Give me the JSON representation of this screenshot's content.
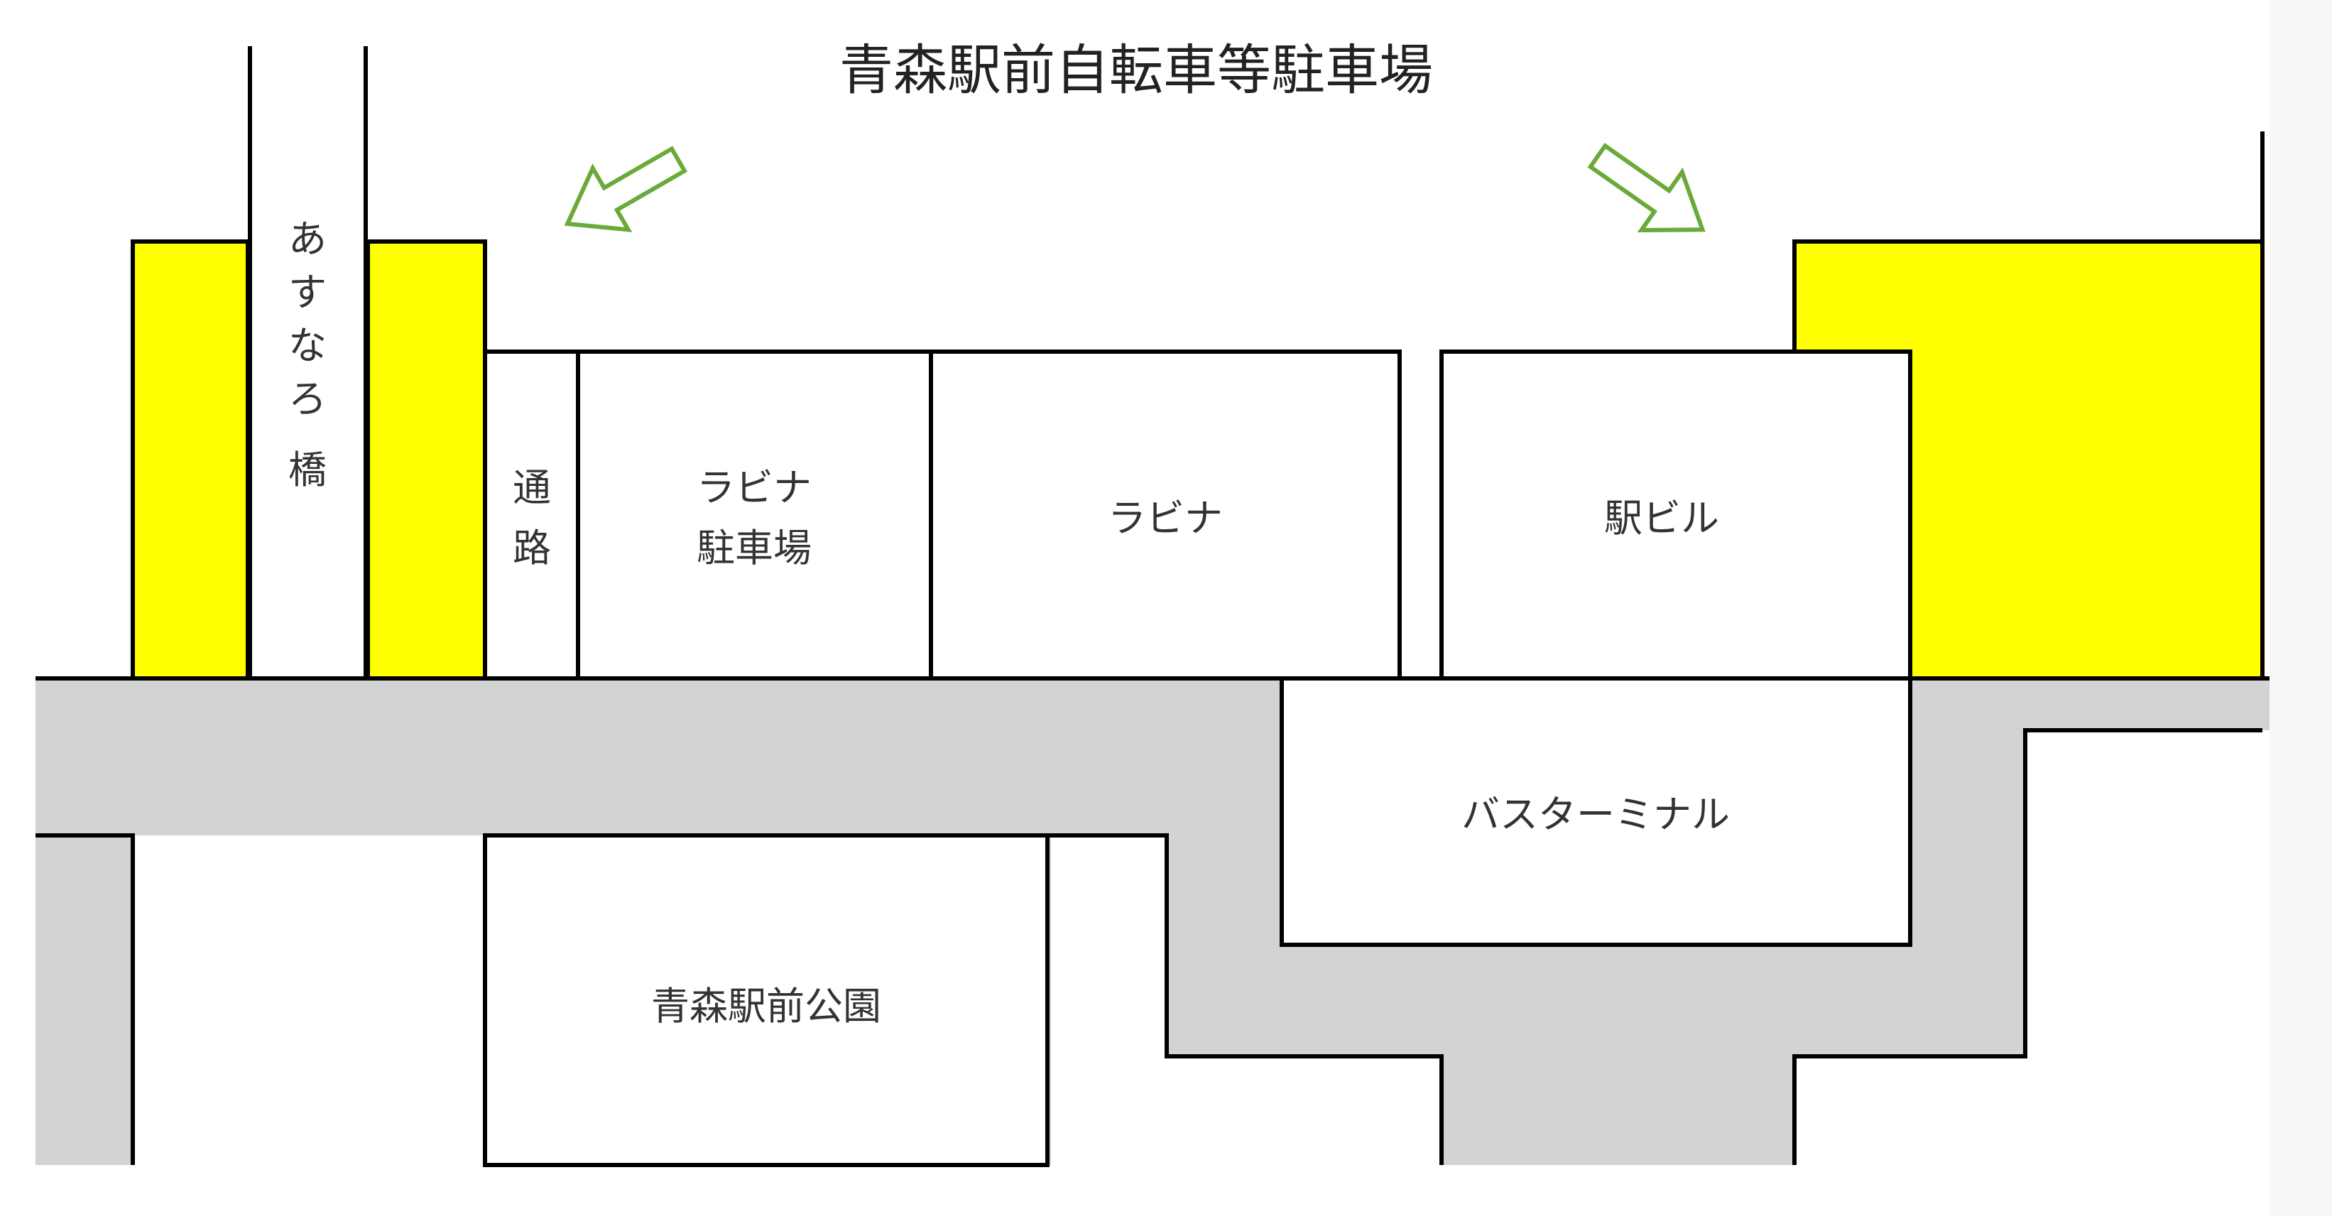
{
  "map": {
    "title": "青森駅前自転車等駐車場",
    "labels": {
      "asunaro_bridge": [
        "あ",
        "す",
        "な",
        "ろ",
        "橋"
      ],
      "passage": [
        "通",
        "路"
      ],
      "lavina_parking": [
        "ラビナ",
        "駐車場"
      ],
      "lavina": "ラビナ",
      "station_building": "駅ビル",
      "bus_terminal": "バスターミナル",
      "station_park": "青森駅前公園"
    }
  },
  "colors": {
    "bicycle_parking": "#ffff00",
    "road": "#d3d3d3",
    "arrow": "#6aaa3a",
    "outline": "#000000",
    "background": "#ffffff"
  }
}
